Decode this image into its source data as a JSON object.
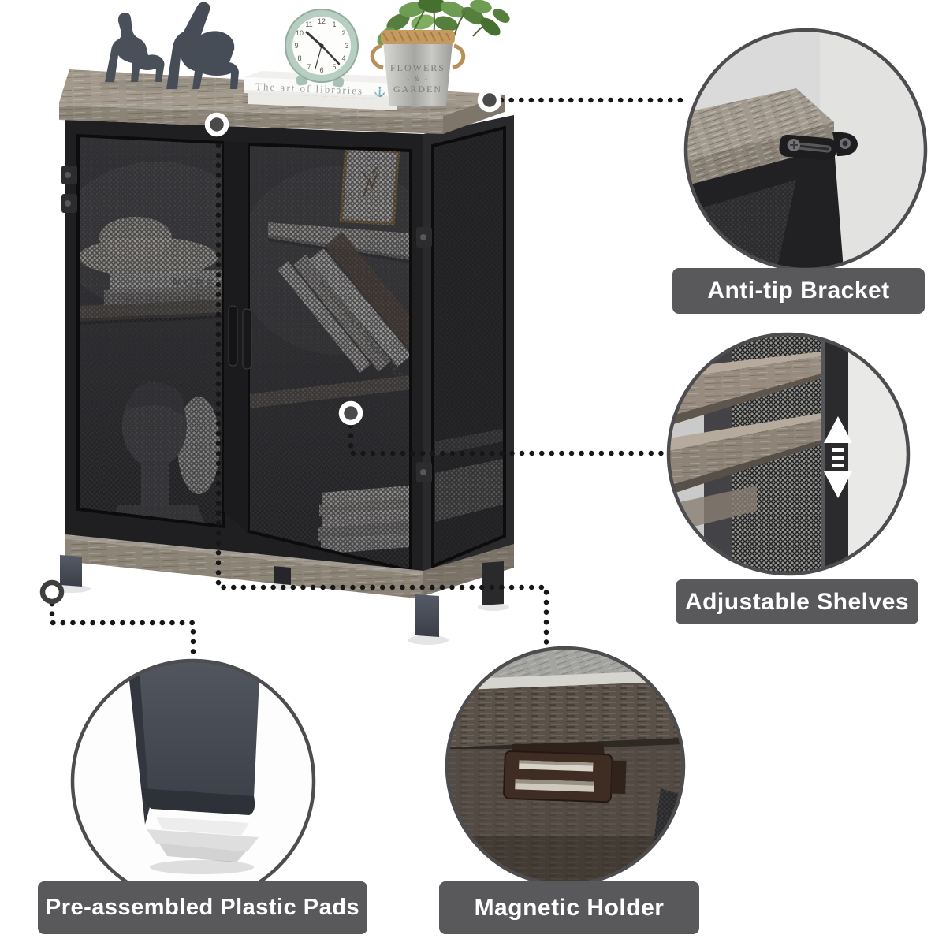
{
  "page": {
    "background": "#ffffff"
  },
  "callouts": {
    "anti_tip": {
      "label": "Anti-tip Bracket"
    },
    "adjustable_shelves": {
      "label": "Adjustable Shelves"
    },
    "plastic_pads": {
      "label": "Pre-assembled Plastic Pads"
    },
    "magnetic_holder": {
      "label": "Magnetic Holder"
    }
  },
  "decor": {
    "book_spine_text": "The art of libraries",
    "anchor_icon_glyph": "⚓",
    "bucket_text": {
      "line1": "FLOWERS",
      "line2": "- & -",
      "line3": "GARDEN"
    },
    "clock_numbers": [
      "12",
      "1",
      "2",
      "3",
      "4",
      "5",
      "6",
      "7",
      "8",
      "9",
      "10",
      "11"
    ],
    "interior_book_1": "MORE",
    "interior_book_2": "MUSIKENS ANGE",
    "interior_book_3": "HOUSEHOLD DECORATES"
  },
  "style": {
    "label_bg": "#59595b",
    "label_text_color": "#ffffff",
    "connector_color": "#161616",
    "circle_border_color": "#4d4d4f",
    "wood_top_color": "#a39a8d",
    "wood_dark_color": "#5a5249",
    "metal_frame_color": "#222224",
    "mint_clock_color": "#b7cec2"
  }
}
